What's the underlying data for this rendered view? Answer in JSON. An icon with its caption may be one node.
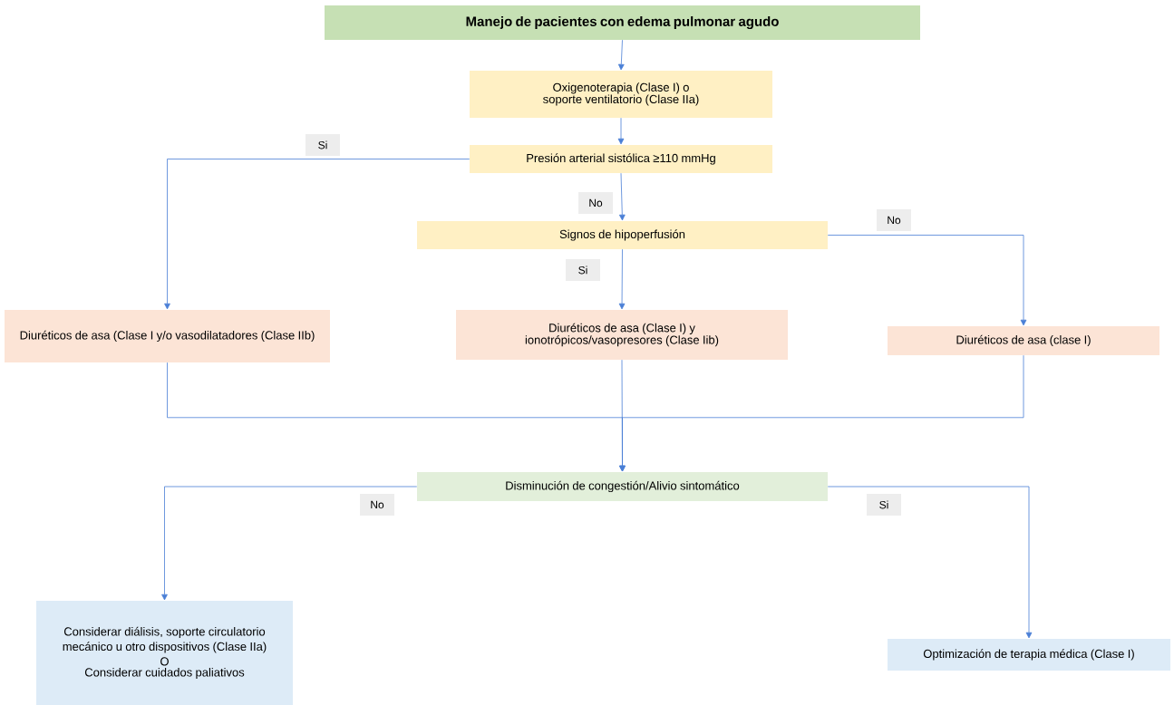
{
  "diagram": {
    "nodes": [
      {
        "text": [
          "Manejo de pacientes con edema pulmonar agudo"
        ]
      },
      {
        "text": [
          "Oxigenoterapia (Clase I) o soporte ventilatorio (Clase IIa)"
        ]
      },
      {
        "text": [
          "Presión arterial sistólica ≥110 mmHg"
        ]
      },
      {
        "text": [
          "Signos de hipoperfusión"
        ]
      },
      {
        "text": [
          "Diuréticos de asa (Clase I y/o vasodilatadores (Clase IIb)"
        ]
      },
      {
        "text": [
          "Diuréticos de asa (Clase I) y ionotrópicos/vasopresores (Clase Iib)"
        ]
      },
      {
        "text": [
          "Diuréticos de asa (clase I)"
        ]
      },
      {
        "text": [
          "Disminución de congestión/Alivio sintomático"
        ]
      },
      {
        "text": [
          "Considerar diálisis, soporte circulatorio mecánico u otro dispositivos (Clase IIa)",
          "O",
          "Considerar cuidados paliativos"
        ]
      },
      {
        "text": [
          "Optimización de terapia médica (Clase I)"
        ]
      }
    ],
    "edges": [
      {
        "from": 0,
        "to": 1,
        "arrow": "to"
      },
      {
        "from": 1,
        "to": 2,
        "arrow": "to"
      },
      {
        "from": 2,
        "to": 4,
        "arrow": "to",
        "label": "Si"
      },
      {
        "from": 2,
        "to": 3,
        "arrow": "to",
        "label": "No"
      },
      {
        "from": 3,
        "to": 5,
        "arrow": "to",
        "label": "Si"
      },
      {
        "from": 3,
        "to": 6,
        "arrow": "to",
        "label": "No"
      },
      {
        "from": 4,
        "to": 7,
        "arrow": "to"
      },
      {
        "from": 5,
        "to": 7,
        "arrow": "to"
      },
      {
        "from": 6,
        "to": 7,
        "arrow": "to"
      },
      {
        "from": 7,
        "to": 8,
        "arrow": "to",
        "label": "No"
      },
      {
        "from": 7,
        "to": 9,
        "arrow": "to",
        "label": "Si"
      }
    ]
  }
}
